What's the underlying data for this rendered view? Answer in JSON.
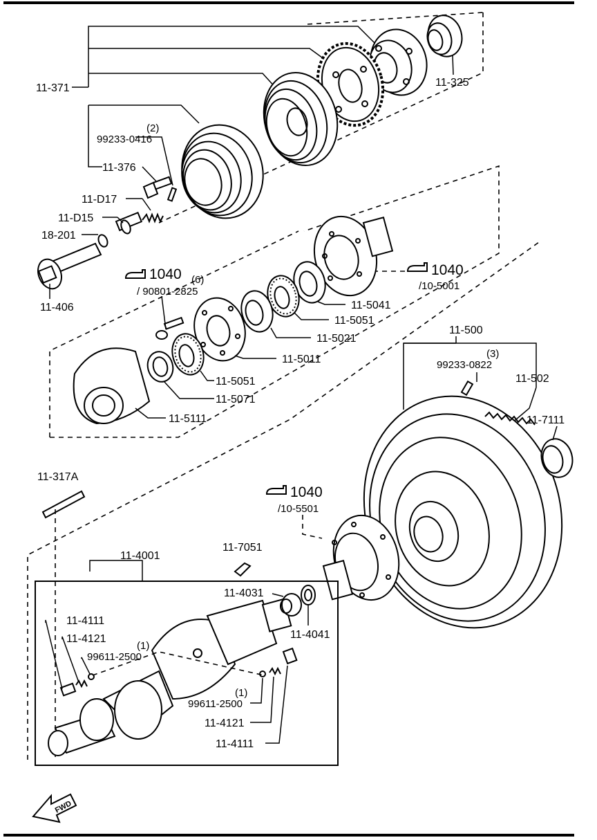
{
  "diagram": {
    "callouts": {
      "p11_371": "11-371",
      "p11_325": "11-325",
      "p99233_0416": "99233-0416",
      "q2": "(2)",
      "p11_376": "11-376",
      "p11_D17": "11-D17",
      "p11_D15": "11-D15",
      "p18_201": "18-201",
      "p11_406": "11-406",
      "ref1040_a": "1040",
      "q6": "(6)",
      "p90801_2825": "/ 90801-2825",
      "ref1040_b": "1040",
      "p10_5001": "/10-5001",
      "p11_5041": "11-5041",
      "p11_5051a": "11-5051",
      "p11_5021": "11-5021",
      "p11_5011": "11-5011",
      "p11_5051b": "11-5051",
      "p11_5071": "11-5071",
      "p11_5111": "11-5111",
      "p11_500": "11-500",
      "q3": "(3)",
      "p99233_0822": "99233-0822",
      "p11_502": "11-502",
      "p11_7111": "11-7111",
      "p11_317A": "11-317A",
      "ref1040_c": "1040",
      "p10_5501": "/10-5501",
      "p11_7051": "11-7051",
      "p11_4001": "11-4001",
      "p11_4031": "11-4031",
      "p11_4041": "11-4041",
      "p11_4111a": "11-4111",
      "p11_4121a": "11-4121",
      "q1a": "(1)",
      "p99611_2500a": "99611-2500",
      "q1b": "(1)",
      "p99611_2500b": "99611-2500",
      "p11_4121b": "11-4121",
      "p11_4111b": "11-4111"
    },
    "fwd": "FWD"
  }
}
